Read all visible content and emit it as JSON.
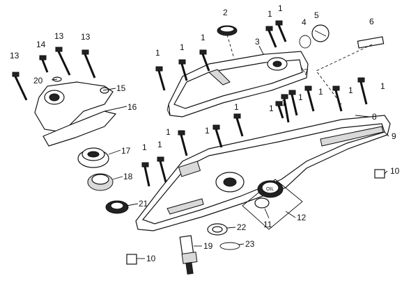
{
  "diagram": {
    "callouts": {
      "c1": "1",
      "c2": "2",
      "c3": "3",
      "c4": "4",
      "c5": "5",
      "c6": "6",
      "c7": "7",
      "c8": "8",
      "c9": "9",
      "c10": "10",
      "c11": "11",
      "c12": "12",
      "c13": "13",
      "c14": "14",
      "c15": "15",
      "c16": "16",
      "c17": "17",
      "c18": "18",
      "c19": "19",
      "c20": "20",
      "c21": "21",
      "c22": "22",
      "c23": "23"
    },
    "cap_marking": "OIL"
  }
}
